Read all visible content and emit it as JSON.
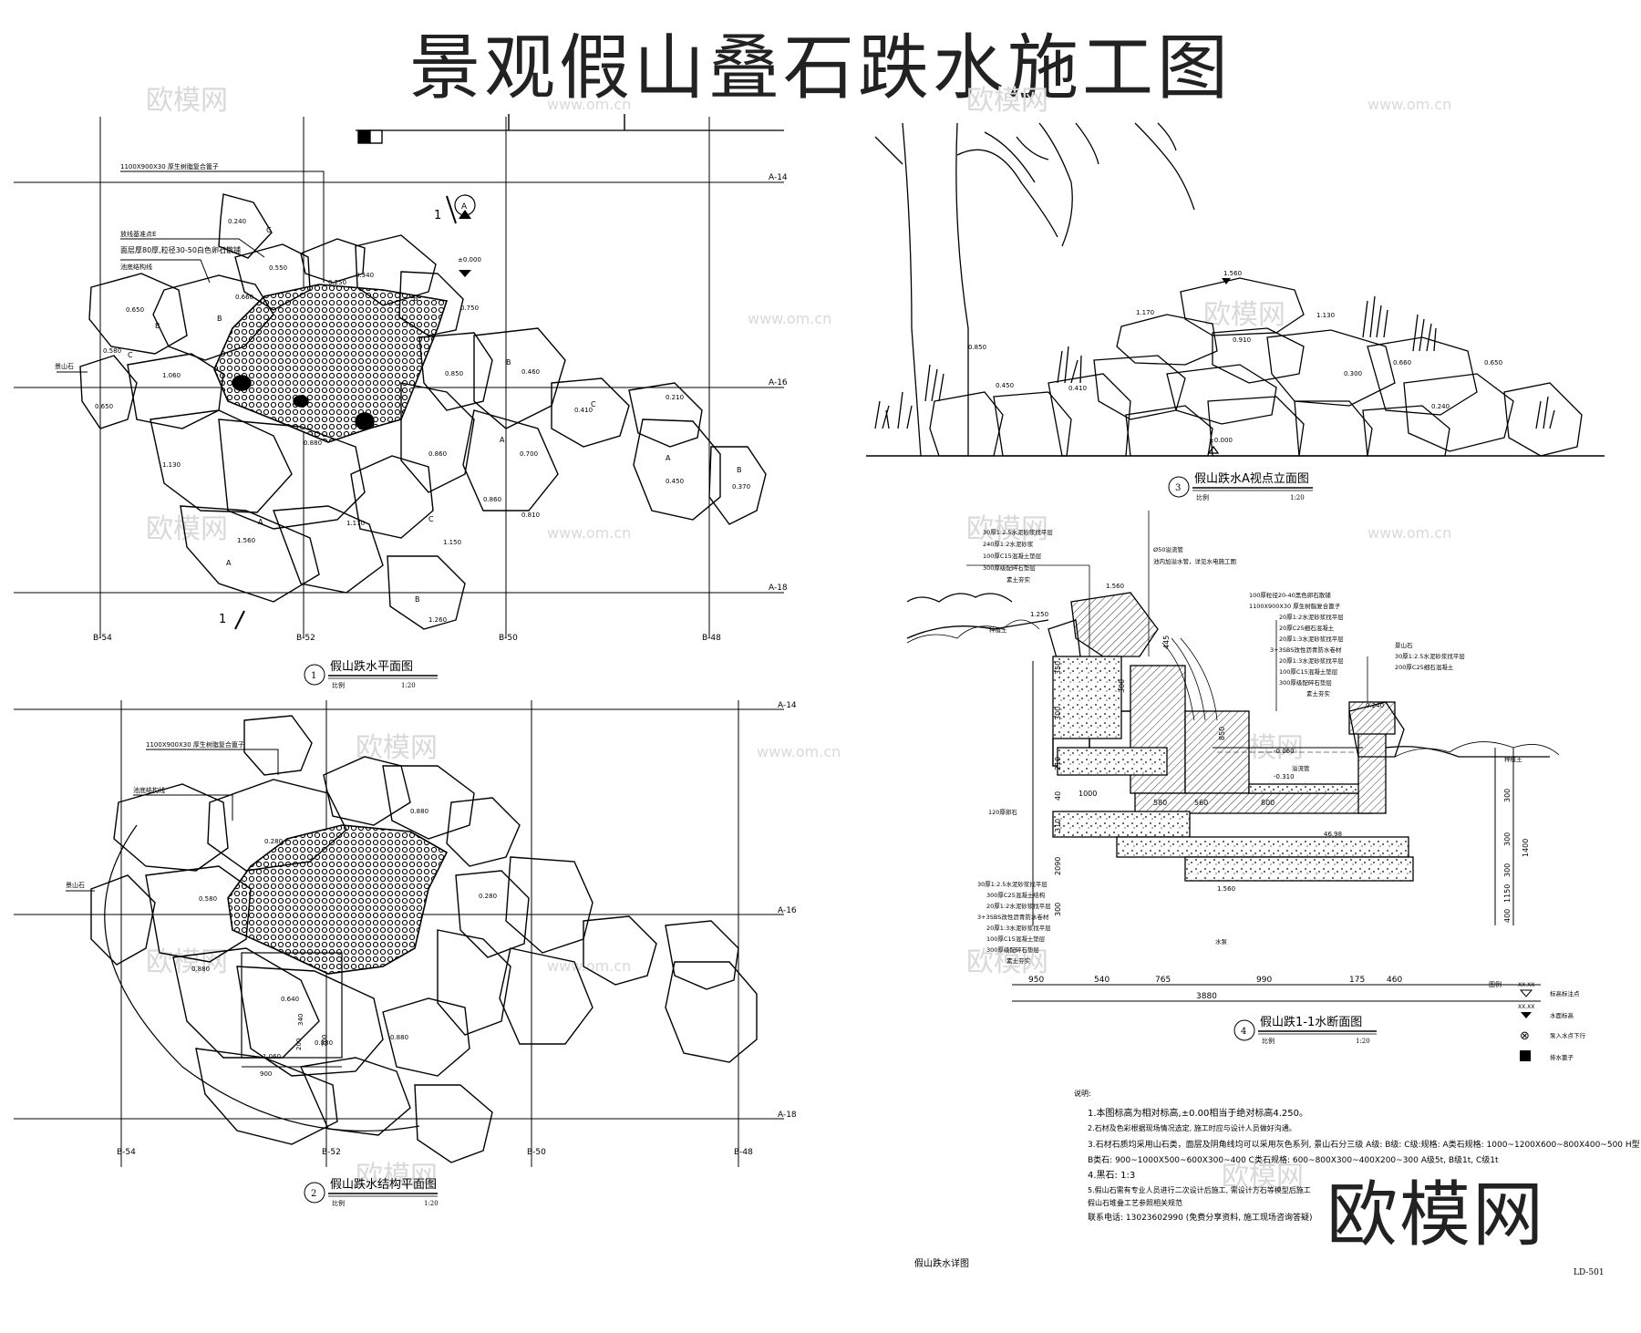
{
  "sheet": {
    "title": "景观假山叠石跌水施工图",
    "footer_title": "假山跌水详图",
    "drawing_no": "LD-501",
    "brand": "欧模网",
    "watermark_cn": "欧模网",
    "watermark_url": "www.om.cn"
  },
  "view1": {
    "num": "1",
    "name": "假山跌水平面图",
    "scale_label": "比例",
    "scale": "1:20",
    "grid_h": [
      "A-14",
      "A-16",
      "A-18"
    ],
    "grid_v": [
      "B-54",
      "B-52",
      "B-50",
      "B-48"
    ],
    "notes": [
      "1100X900X30 厚生树脂复合篦子",
      "放线基准点E",
      "面层厚80厚,粒径30-50白色卵石散铺",
      "池底结构线"
    ],
    "label_rock": "景山石",
    "section_mark": "1",
    "view_mark": "A",
    "level_zero": "±0.000",
    "elevations": [
      "0.240",
      "0.550",
      "0.250",
      "0.340",
      "0.650",
      "0.660",
      "0.750",
      "0.580",
      "1.060",
      "0.460",
      "0.410",
      "0.650",
      "0.210",
      "0.850",
      "0.860",
      "1.130",
      "0.880",
      "0.700",
      "0.860",
      "0.810",
      "0.450",
      "0.370",
      "1.560",
      "1.170",
      "1.150",
      "1.260"
    ],
    "rock_types": [
      "A",
      "B",
      "C"
    ]
  },
  "view2": {
    "num": "2",
    "name": "假山跌水结构平面图",
    "scale_label": "比例",
    "scale": "1:20",
    "grid_h": [
      "A-14",
      "A-16",
      "A-18"
    ],
    "grid_v": [
      "B-54",
      "B-52",
      "B-50",
      "B-48"
    ],
    "notes": [
      "1100X900X30 厚生树脂复合篦子",
      "池底结构线"
    ],
    "label_rock": "景山石",
    "elevations": [
      "0.880",
      "0.280",
      "0.580",
      "0.280",
      "0.880",
      "0.640",
      "1.060",
      "0.880",
      "0.880"
    ],
    "dims": [
      "340",
      "200",
      "200",
      "900"
    ]
  },
  "view3": {
    "num": "3",
    "name": "假山跌水A视点立面图",
    "scale_label": "比例",
    "scale": "1:20",
    "elevations": [
      "1.560",
      "1.170",
      "1.130",
      "0.910",
      "0.850",
      "0.660",
      "0.450",
      "0.410",
      "0.650",
      "0.300",
      "0.240",
      "±0.000"
    ]
  },
  "view4": {
    "num": "4",
    "name": "假山跌1-1水断面图",
    "scale_label": "比例",
    "scale": "1:20",
    "left_notes": [
      "30厚1:2.5水泥砂浆找平层",
      "240厚1:2水泥砂浆",
      "100厚C15混凝土垫层",
      "300厚级配碎石垫层",
      "素土夯实"
    ],
    "top_notes": [
      "Ø50溢流管",
      "池内加溢水管，详见水电施工图"
    ],
    "right_notes": [
      "100厚粒径20-40黑色卵石散铺",
      "1100X900X30 厚生树脂复合篦子",
      "20厚1:2水泥砂浆找平层",
      "20厚C25细石混凝土",
      "20厚1:3水泥砂浆找平层",
      "3+3SBS改性沥青防水卷材",
      "20厚1:3水泥砂浆找平层",
      "100厚C15混凝土垫层",
      "300厚级配碎石垫层",
      "素土夯实"
    ],
    "right_notes2": [
      "景山石",
      "30厚1:2.5水泥砂浆找平层",
      "200厚C25细石混凝土"
    ],
    "bottom_notes": [
      "30厚1:2.5水泥砂浆找平层",
      "300厚C25混凝土结构",
      "20厚1:2水泥砂浆找平层",
      "3+3SBS改性沥青防水卷材",
      "20厚1:3水泥砂浆找平层",
      "100厚C15混凝土垫层",
      "300厚级配碎石垫层",
      "素土夯实"
    ],
    "other_labels": [
      "120厚卵石",
      "1.560",
      "1.250",
      "-0.060",
      "-0.310",
      "46.98",
      "0.240",
      "溢流管",
      "种植土",
      "种植土",
      "水泵",
      "1.560"
    ],
    "dims_bottom": [
      "950",
      "540",
      "765",
      "990",
      "175",
      "460"
    ],
    "total": "3880",
    "dims_left": [
      "350",
      "300",
      "210",
      "40",
      "310",
      "2090",
      "300"
    ],
    "dims_right": [
      "300",
      "300",
      "300",
      "1150",
      "400",
      "1400"
    ],
    "inner_dims": [
      "445",
      "850",
      "800",
      "560",
      "580",
      "300",
      "1000"
    ]
  },
  "legend": {
    "title": "图例",
    "items": [
      {
        "sym": "XX.XX",
        "label": "标高标注点"
      },
      {
        "sym": "XX.XX",
        "label": "水面标高"
      },
      {
        "sym": "⊗",
        "label": "泵入水点下行"
      },
      {
        "sym": "■",
        "label": "排水篦子"
      }
    ]
  },
  "notes": {
    "title": "说明:",
    "lines": [
      "1.本图标高为相对标高,±0.00相当于绝对标高4.250。",
      "2.石材及色彩根据现场情况选定,   施工时应与设计人员做好沟通。",
      "3.石材石质均采用山石类，面层及阴角线均可以采用灰色系列,   景山石分三级     A级:   B级:   C级:规格:   A类石规格:  1000~1200X600~800X400~500 H型",
      "   B类石:   900~1000X500~600X300~400   C类石规格:   600~800X300~400X200~300   A级5t,   B级1t,   C级1t",
      "4.黑石:   1:3",
      "5.假山石需有专业人员进行二次设计后施工,    需设计方石等模型后施工",
      "   假山石堆叠工艺参照相关规范",
      "   联系电话: 13023602990 (免费分享资料, 施工现场咨询答疑)"
    ]
  }
}
